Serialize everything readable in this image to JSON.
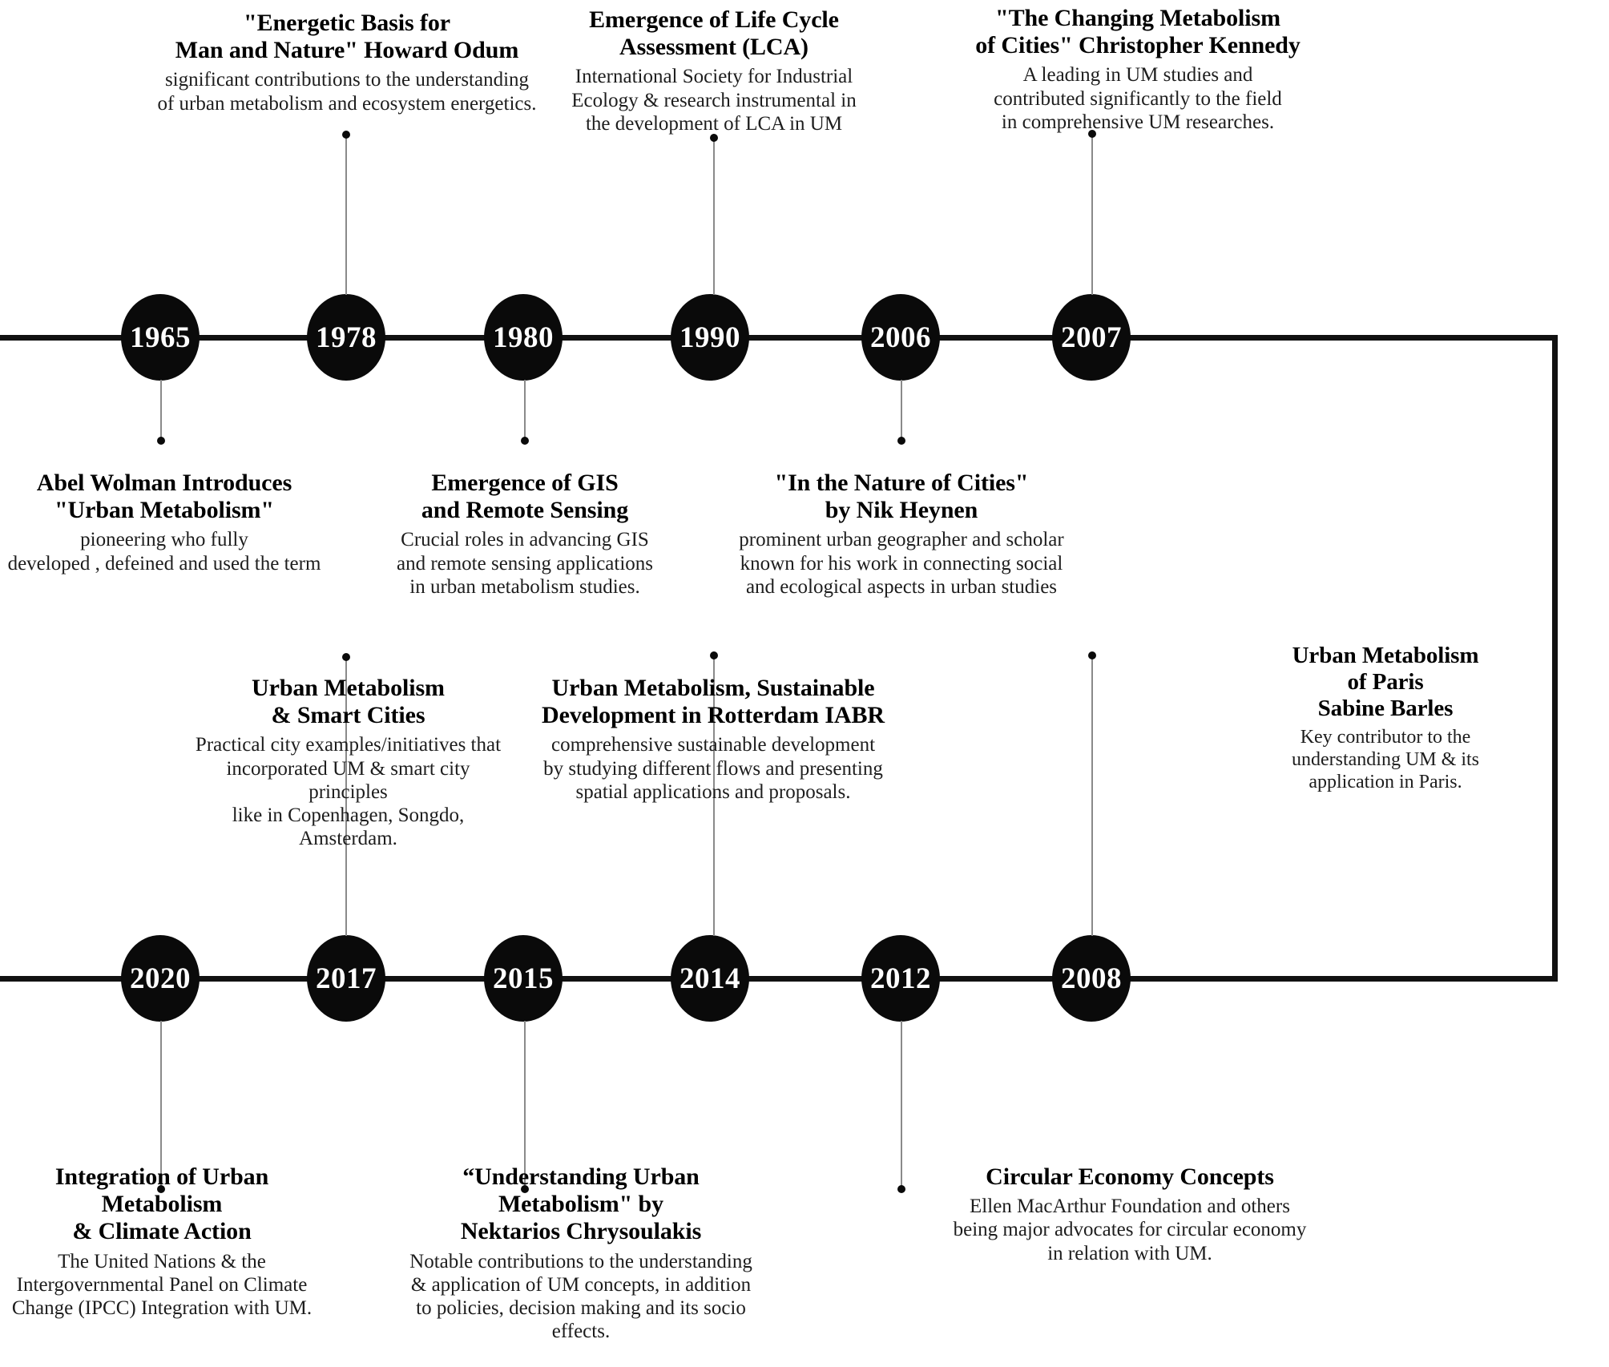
{
  "figure": {
    "kind": "timeline-infographic",
    "topic": "History of Urban Metabolism (UM) research milestones",
    "ink_color": "#0a0a0a",
    "leader_color": "#8a8a8a",
    "background": "#ffffff"
  },
  "timelines": [
    {
      "id": "top-row",
      "years": [
        "1965",
        "1978",
        "1980",
        "1990",
        "2006",
        "2007"
      ]
    },
    {
      "id": "bottom-row",
      "years": [
        "2020",
        "2017",
        "2015",
        "2014",
        "2012",
        "2008"
      ]
    }
  ],
  "events": [
    {
      "year": "1965",
      "side": "below",
      "title": "Abel Wolman Introduces\n\"Urban Metabolism\"",
      "desc": "pioneering          who fully\ndeveloped , defeined and used the term"
    },
    {
      "year": "1978",
      "side": "above",
      "title": "\"Energetic Basis for\nMan and Nature\"  Howard Odum",
      "desc": "significant contributions to the understanding\nof urban metabolism and ecosystem energetics."
    },
    {
      "year": "1980",
      "side": "below",
      "title": "Emergence of GIS\nand Remote Sensing",
      "desc": "Crucial roles in advancing GIS\nand remote sensing applications\nin urban metabolism studies."
    },
    {
      "year": "1990",
      "side": "above",
      "title": "Emergence of Life Cycle\nAssessment (LCA)",
      "desc": "International Society for Industrial\nEcology & research  instrumental in\nthe development of LCA in UM"
    },
    {
      "year": "2006",
      "side": "below",
      "title": "\"In the Nature of Cities\"\nby Nik Heynen",
      "desc": "prominent urban geographer and scholar\nknown for his work in connecting social\nand ecological aspects in urban studies"
    },
    {
      "year": "2007",
      "side": "above",
      "title": "\"The Changing Metabolism\nof Cities\" Christopher Kennedy",
      "desc": "A leading            in UM studies and\ncontributed significantly to the field\nin comprehensive UM researches."
    },
    {
      "year": "2008",
      "side": "above",
      "title": "Urban Metabolism\nof Paris\nSabine Barles",
      "desc": "Key contributor to the\nunderstanding UM & its\napplication in Paris."
    },
    {
      "year": "2012",
      "side": "below",
      "title": "Circular Economy Concepts",
      "desc": "Ellen MacArthur Foundation and others\nbeing major advocates for circular economy\nin relation with UM."
    },
    {
      "year": "2014",
      "side": "above",
      "title": "Urban Metabolism, Sustainable\nDevelopment in Rotterdam IABR",
      "desc": "comprehensive sustainable development\nby studying different flows and presenting\nspatial applications and proposals."
    },
    {
      "year": "2015",
      "side": "below",
      "title": "“Understanding Urban\nMetabolism\" by\nNektarios Chrysoulakis",
      "desc": "Notable contributions to the understanding\n& application of UM concepts, in addition\nto policies, decision making and its socio effects."
    },
    {
      "year": "2017",
      "side": "above",
      "title": "Urban Metabolism\n& Smart Cities",
      "desc": "Practical city examples/initiatives that\nincorporated UM & smart city principles\nlike in Copenhagen, Songdo, Amsterdam."
    },
    {
      "year": "2020",
      "side": "below",
      "title": "Integration of Urban\nMetabolism\n& Climate Action",
      "desc": "The United Nations & the\nIntergovernmental Panel on Climate\nChange (IPCC) Integration with UM."
    }
  ]
}
